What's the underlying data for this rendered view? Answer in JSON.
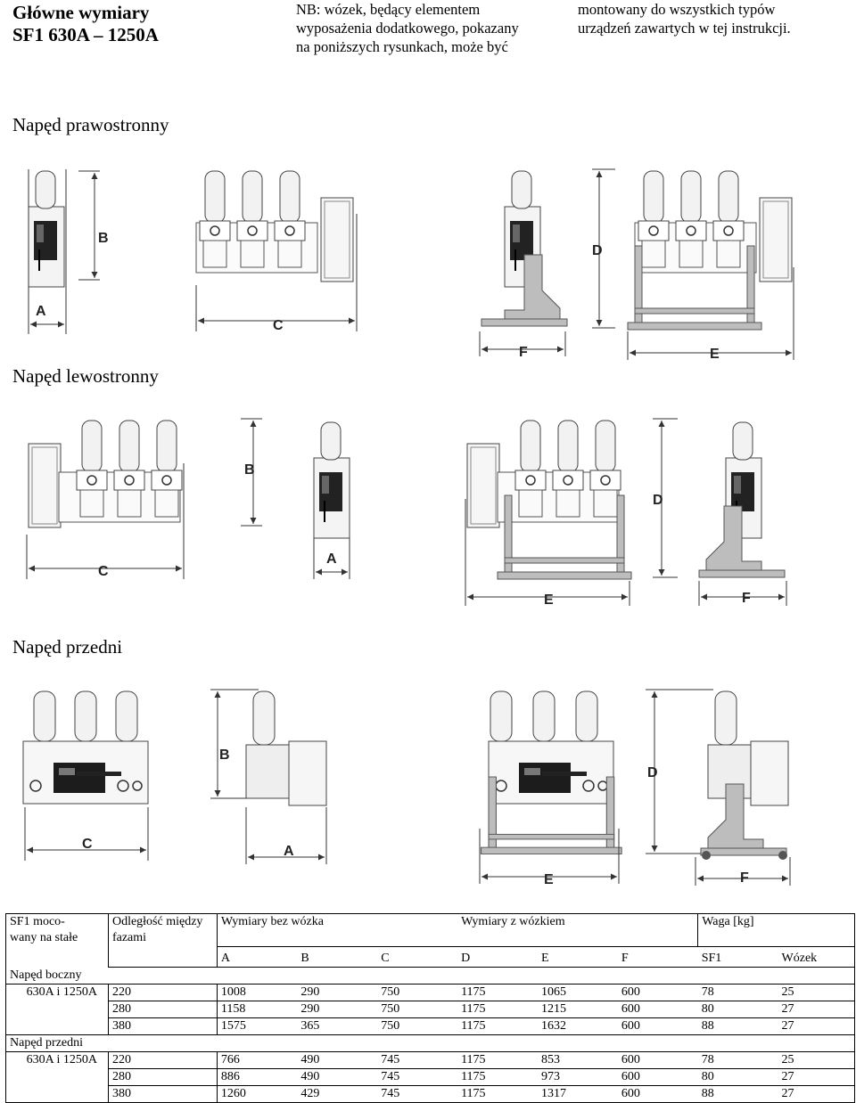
{
  "header": {
    "title_line1": "Główne wymiary",
    "title_line2": "SF1 630A – 1250A",
    "note_col1": [
      "NB: wózek, będący elementem",
      "wyposażenia dodatkowego, pokazany",
      "na poniższych rysunkach, może być"
    ],
    "note_col2": [
      "montowany do wszystkich typów",
      "urządzeń zawartych w tej instrukcji."
    ]
  },
  "sections": {
    "right": "Napęd prawostronny",
    "left": "Napęd lewostronny",
    "front": "Napęd przedni"
  },
  "dimension_labels": {
    "A": "A",
    "B": "B",
    "C": "C",
    "D": "D",
    "E": "E",
    "F": "F"
  },
  "table": {
    "col1_header": [
      "SF1 moco-",
      "wany na stałe"
    ],
    "col2_header": [
      "Odległość między",
      "fazami"
    ],
    "group_without": "Wymiary bez wózka",
    "group_with": "Wymiary z  wózkiem",
    "group_weight": "Waga [kg]",
    "sub": [
      "A",
      "B",
      "C",
      "D",
      "E",
      "F",
      "SF1",
      "Wózek"
    ],
    "side_label": "Napęd boczny",
    "side_type": "630A i 1250A",
    "side_rows": [
      [
        "220",
        "1008",
        "290",
        "750",
        "1175",
        "1065",
        "600",
        "78",
        "25"
      ],
      [
        "280",
        "1158",
        "290",
        "750",
        "1175",
        "1215",
        "600",
        "80",
        "27"
      ],
      [
        "380",
        "1575",
        "365",
        "750",
        "1175",
        "1632",
        "600",
        "88",
        "27"
      ]
    ],
    "front_label": "Napęd przedni",
    "front_type": "630A i 1250A",
    "front_rows": [
      [
        "220",
        "766",
        "490",
        "745",
        "1175",
        "853",
        "600",
        "78",
        "25"
      ],
      [
        "280",
        "886",
        "490",
        "745",
        "1175",
        "973",
        "600",
        "80",
        "27"
      ],
      [
        "380",
        "1260",
        "429",
        "745",
        "1175",
        "1317",
        "600",
        "88",
        "27"
      ]
    ]
  }
}
